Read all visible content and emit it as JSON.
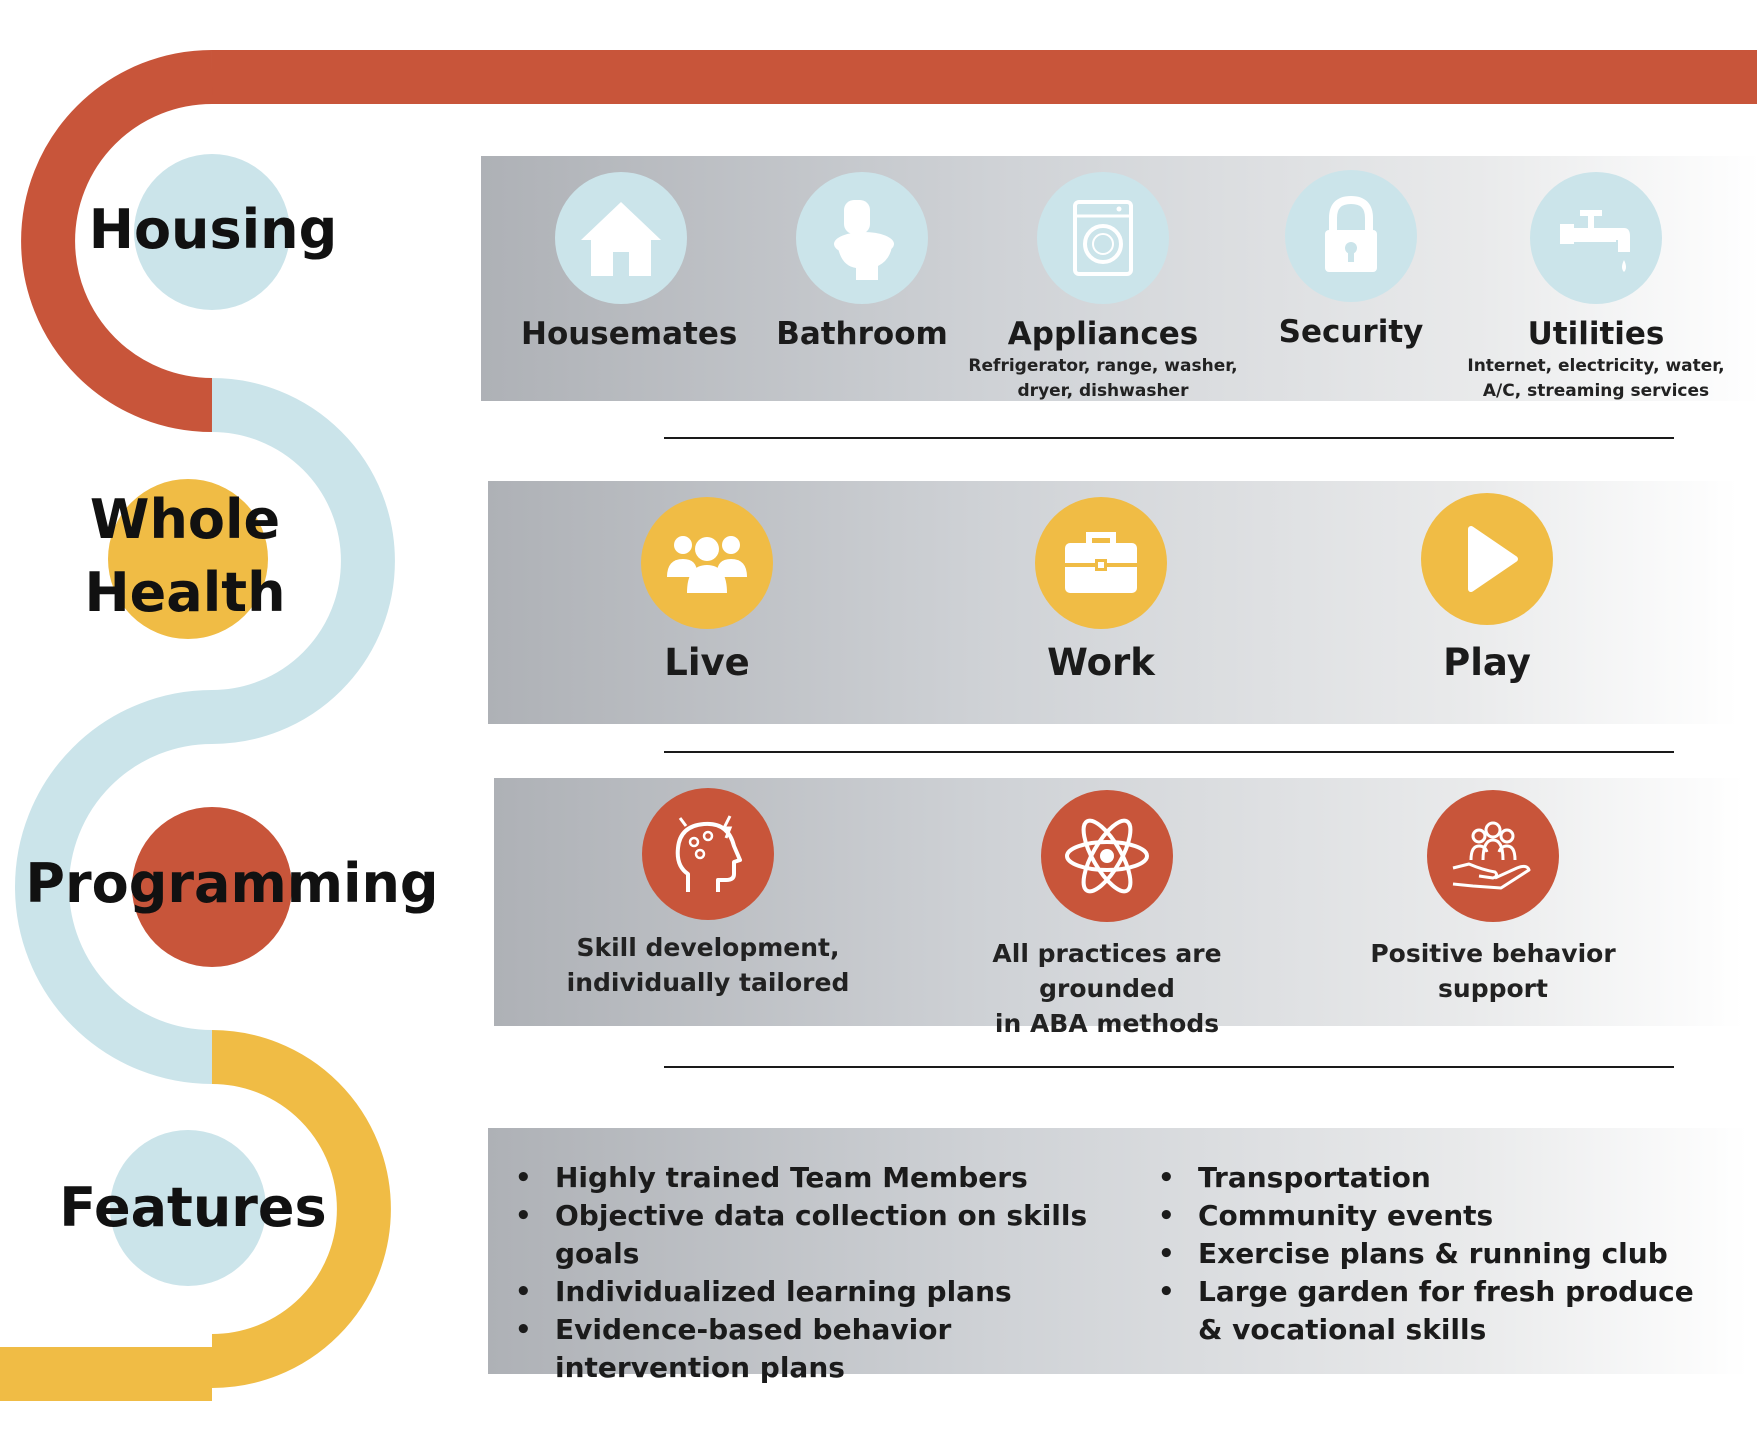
{
  "colors": {
    "orange": "#c8553a",
    "light_blue": "#cbe4ea",
    "yellow": "#f0bc45",
    "panel_dark": "#aeb1b6",
    "panel_light": "#ffffff",
    "divider": "#1a1a1a"
  },
  "housing": {
    "title": "Housing",
    "items": [
      {
        "label": "Housemates",
        "icon": "house-icon",
        "desc": []
      },
      {
        "label": "Bathroom",
        "icon": "toilet-icon",
        "desc": []
      },
      {
        "label": "Appliances",
        "icon": "washing-machine-icon",
        "desc": [
          "Refrigerator, range, washer,",
          "dryer, dishwasher"
        ]
      },
      {
        "label": "Security",
        "icon": "padlock-icon",
        "desc": []
      },
      {
        "label": "Utilities",
        "icon": "faucet-icon",
        "desc": [
          "Internet, electricity, water,",
          "A/C, streaming services"
        ]
      }
    ]
  },
  "whole_health": {
    "title_lines": [
      "Whole",
      "Health"
    ],
    "items": [
      {
        "label": "Live",
        "icon": "people-group-icon"
      },
      {
        "label": "Work",
        "icon": "toolbox-icon"
      },
      {
        "label": "Play",
        "icon": "play-icon"
      }
    ]
  },
  "programming": {
    "title": "Programming",
    "items": [
      {
        "lines": [
          "Skill development,",
          "individually tailored"
        ],
        "icon": "head-ideas-icon"
      },
      {
        "lines": [
          "All practices are grounded",
          "in ABA methods"
        ],
        "icon": "atom-icon"
      },
      {
        "lines": [
          "Positive behavior",
          "support"
        ],
        "icon": "hand-people-icon"
      }
    ]
  },
  "features": {
    "title": "Features",
    "left_list": [
      "Highly trained Team Members",
      "Objective data collection on skills goals",
      "Individualized learning plans",
      "Evidence-based behavior intervention plans"
    ],
    "right_list": [
      "Transportation",
      "Community events",
      "Exercise plans & running club",
      "Large garden for fresh produce & vocational skills"
    ]
  }
}
